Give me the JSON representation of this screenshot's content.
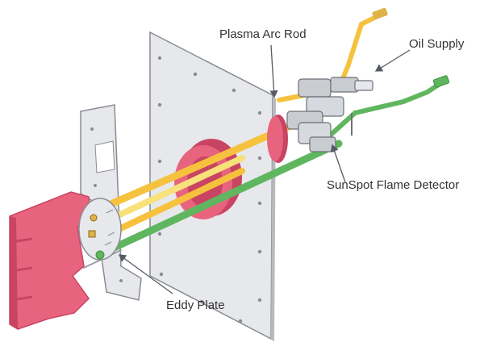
{
  "labels": {
    "plasma_arc_rod": "Plasma Arc Rod",
    "oil_supply": "Oil Supply",
    "sunspot_flame_detector": "SunSpot Flame Detector",
    "eddy_plate": "Eddy Plate"
  },
  "colors": {
    "background": "#ffffff",
    "plate": "#e6e8ec",
    "plate_edge": "#8a8c93",
    "housing_red": "#e8647e",
    "housing_red_dark": "#c94462",
    "rod_yellow": "#f6c23e",
    "rod_light_yellow": "#f7e17a",
    "rod_green": "#5fb65f",
    "fitting_gray": "#c9ccd1",
    "brass": "#e0b24a",
    "callout_line": "#555a66"
  }
}
